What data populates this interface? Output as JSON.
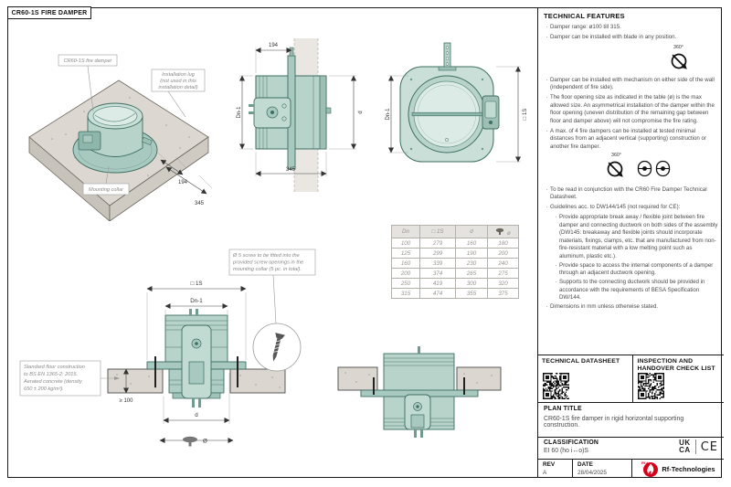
{
  "page": {
    "title": "CR60-1S FIRE DAMPER"
  },
  "features": {
    "heading": "TECHNICAL FEATURES",
    "rotation_label": "360°",
    "bullets": [
      "Damper range: ø100 till 315.",
      "Damper can be installed with blade in any position.",
      "Damper can be installed with mechanism on either side of the wall (independent of fire side).",
      "The floor opening size as indicated in the table (ø) is the max allowed size. An asymmetrical installation of the damper within the floor opening (uneven distribution of the remaining gap between floor and damper above) will not compromise the fire rating.",
      "A max. of 4 fire dampers can be installed at tested minimal distances from an adjacent vertical (supporting) construction or another fire damper.",
      "To be read in conjunction with the CR60 Fire Damper Technical Datasheet.",
      "Guidelines acc. to DW144/145 (not required for CE):",
      "Dimensions in mm unless otherwise stated."
    ],
    "sub_bullets": [
      "Provide appropriate break away / flexible joint between fire damper and connecting ductwork on both sides of the assembly (DW145: breakaway and flexible joints should incorporate materials, fixings, clamps, etc. that are manufactured from non-fire-resistant material with a low melting point such as aluminum, plastic etc.).",
      "Provide space to access the internal components of a damper through an adjacent ductwork opening.",
      "Supports to the connecting ductwork should be provided in accordance with the requirements of BESA Specification DW/144."
    ]
  },
  "table": {
    "headers": [
      "Dn",
      "□ 1S",
      "d",
      "ø"
    ],
    "rows": [
      [
        100,
        279,
        160,
        180
      ],
      [
        125,
        299,
        190,
        200
      ],
      [
        160,
        339,
        230,
        240
      ],
      [
        200,
        374,
        265,
        275
      ],
      [
        250,
        419,
        300,
        320
      ],
      [
        315,
        474,
        355,
        375
      ]
    ]
  },
  "drawings": {
    "iso": {
      "damper_label": "CR60-1S fire damper",
      "lug_label_lines": [
        "Installation lug",
        "(not used in this",
        "installation detail)"
      ],
      "collar_label": "Mounting collar",
      "dim_depth": "194",
      "dim_total": "345"
    },
    "side": {
      "dim_width": "194",
      "dim_total": "345",
      "dim_left": "Dn-1",
      "dim_right": "d"
    },
    "front": {
      "dim_left": "Dn-1",
      "dim_right": "□ 1S"
    },
    "section": {
      "dim_opening": "□ 1S",
      "dim_duct": "Dn-1",
      "dim_body": "d",
      "dim_dia": "Ø",
      "dim_min_thickness": "≥ 100",
      "floor_note_lines": [
        "Standard floor construction",
        "to BS EN 1365-2: 2015.",
        "Aerated concrete (density",
        "650 ± 200 kg/m³)."
      ],
      "screw_note_lines": [
        "Ø 5 screw to be fitted into the",
        "provided screw openings in the",
        "mounting collar (5 pc. in total)."
      ]
    }
  },
  "footer": {
    "datasheet_label": "TECHNICAL DATASHEET",
    "inspection_label_lines": [
      "INSPECTION AND",
      "HANDOVER CHECK LIST"
    ],
    "plan_title_label": "PLAN TITLE",
    "plan_title": "CR60-1S fire damper in rigid horizontal supporting construction.",
    "classification_label": "CLASSIFICATION",
    "classification": "EI 60 (ho i↔o)S",
    "rev_label": "REV",
    "rev": "A",
    "date_label": "DATE",
    "date": "28/04/2025",
    "brand": "Rf-Technologies",
    "ukca_line1": "UK",
    "ukca_line2": "CA",
    "ce": "CE"
  },
  "colors": {
    "damper_fill": "#b7d3ca",
    "damper_line": "#3e6e62",
    "concrete": "#dbd7d0",
    "brand_red": "#d6001c"
  }
}
